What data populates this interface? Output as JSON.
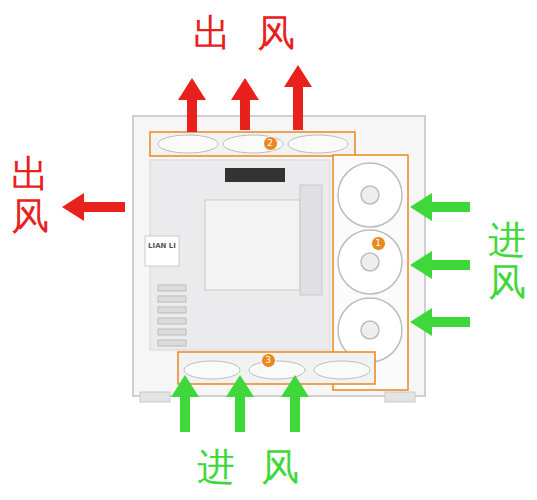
{
  "diagram": {
    "nodes": [
      {
        "text": [
          "2"
        ]
      },
      {
        "text": [
          "1"
        ]
      },
      {
        "text": [
          "3"
        ]
      }
    ],
    "labels": [
      "出风",
      "出风",
      "进风",
      "进风",
      "LIAN LI"
    ]
  }
}
